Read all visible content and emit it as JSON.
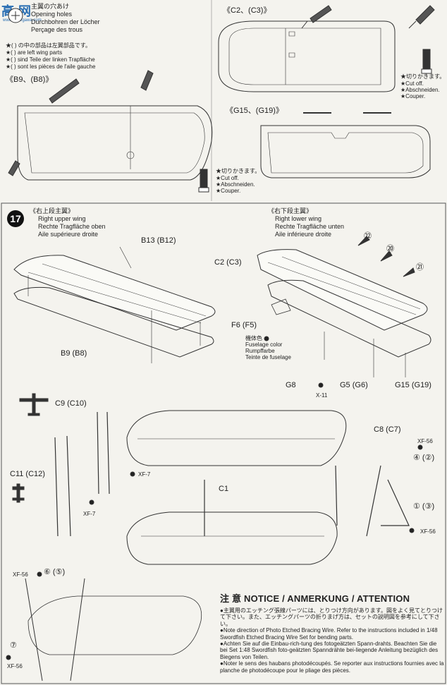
{
  "watermark": {
    "main": "高·网",
    "sub": "www.hasegawa.com"
  },
  "header": {
    "title_jp": "主翼の穴あけ",
    "title_en": "Opening holes",
    "title_de": "Durchbohren der Löcher",
    "title_fr": "Perçage des trous",
    "legend": [
      "★(   ) の中の部品は左翼部品です。",
      "★(   ) are left wing parts",
      "★(   ) sind Teile der linken Trapfläche",
      "★(   ) sont les pièces de l'aile gauche"
    ]
  },
  "parts": {
    "c2": "《C2、(C3)》",
    "b9": "《B9、(B8)》",
    "g15": "《G15、(G19)》"
  },
  "cut_notes": {
    "right": [
      "★切りかきます。",
      "★Cut off.",
      "★Abschneiden.",
      "★Couper."
    ],
    "left": [
      "★切りかきます。",
      "★Cut off.",
      "★Abschneiden.",
      "★Couper."
    ]
  },
  "step17": {
    "number": "17",
    "upper": {
      "jp": "《右上段主翼》",
      "en": "Right upper wing",
      "de": "Rechte Tragfläche oben",
      "fr": "Aile supérieure droite"
    },
    "lower": {
      "jp": "《右下段主翼》",
      "en": "Right lower wing",
      "de": "Rechte Tragfläche unten",
      "fr": "Aile inférieure droite"
    },
    "labels": {
      "b13": "B13 (B12)",
      "b9": "B9 (B8)",
      "c2": "C2 (C3)",
      "f6": "F6 (F5)",
      "g8": "G8",
      "g5": "G5 (G6)",
      "g15": "G15 (G19)",
      "x11": "X-11",
      "n22": "㉒",
      "n20": "⑳",
      "n21": "㉑"
    },
    "fuselage_color": [
      "機体色",
      "Fuselage color",
      "Rumpffarbe",
      "Teinte de fuselage"
    ]
  },
  "assembly": {
    "c9": "C9 (C10)",
    "c11": "C11 (C12)",
    "c1": "C1",
    "c8": "C8 (C7)",
    "xf7a": "XF-7",
    "xf7b": "XF-7",
    "xf56a": "XF-56",
    "xf56b": "XF-56",
    "n42": "④ (②)",
    "n13": "① (③)"
  },
  "bottom": {
    "xf56": "XF-56",
    "n65": "⑥ (⑤)",
    "n7": "⑦",
    "xf56b": "XF-56"
  },
  "notice": {
    "title": "注 意 NOTICE / ANMERKUNG / ATTENTION",
    "lines": [
      "●主翼用のエッチング張線パーツには、とりつけ方向があります。図をよく見てとりつけて下さい。また、エッチングパーツの折りまげ方は、セットの説明図を参考にして下さい。",
      "●Note direction of Photo Etched Bracing Wire. Refer to the instructions included in 1/48 Swordfish Etched Bracing Wire Set for bending parts.",
      "●Achten Sie auf die Einbau-rich-tung des fotogeätzten Spann-drahts. Beachten Sie die bei Set 1:48 Swordfish foto-geätzten Spanndrähte bei-liegende Anleitung bezüglich des Biegens von Teilen.",
      "●Noter le sens des haubans photodécoupés. Se reporter aux instructions fournies avec la planche de photodécoupe pour le pliage des pièces."
    ]
  }
}
